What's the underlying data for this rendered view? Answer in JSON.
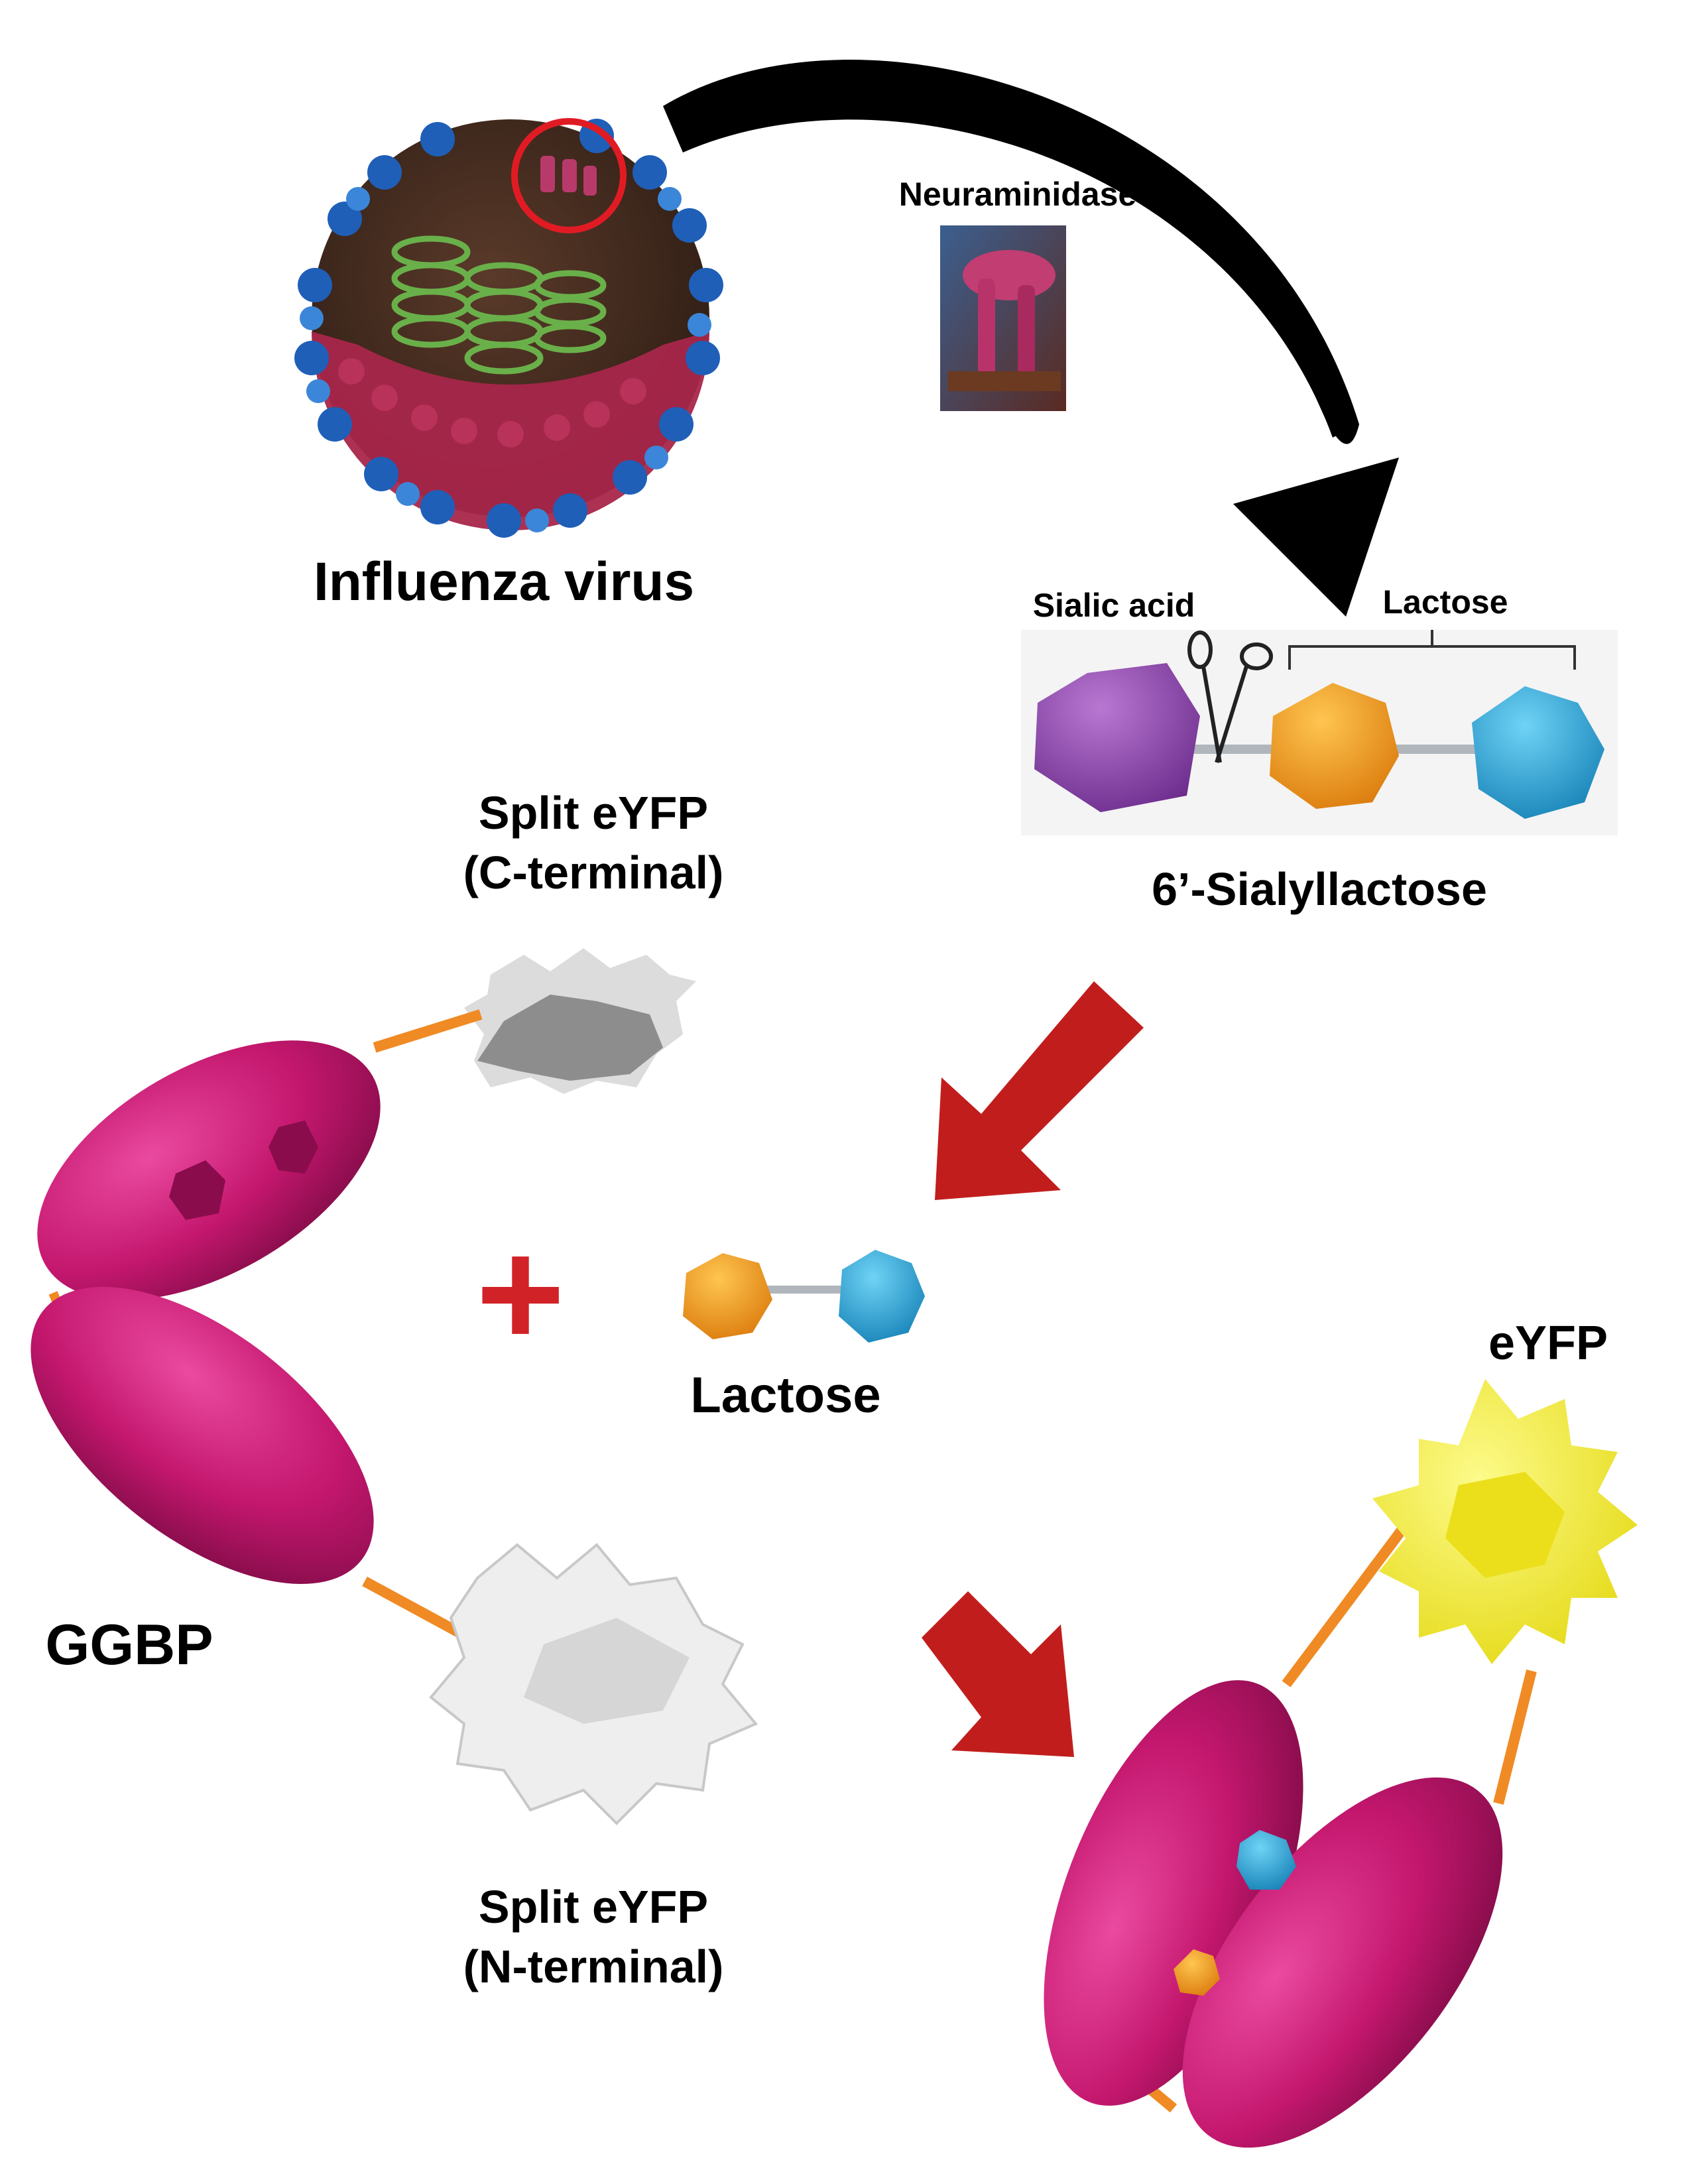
{
  "labels": {
    "influenza_virus": "Influenza virus",
    "neuraminidase": "Neuraminidase",
    "sialic_acid": "Sialic acid",
    "lactose_bracket": "Lactose",
    "sialyllactose": "6’-Sialyllactose",
    "split_c_line1": "Split eYFP",
    "split_c_line2": "(C-terminal)",
    "plus_sign": "+",
    "lactose": "Lactose",
    "ggbp": "GGBP",
    "split_n_line1": "Split eYFP",
    "split_n_line2": "(N-terminal)",
    "eyfp": "eYFP"
  },
  "colors": {
    "ggbp_magenta": "#c4176e",
    "sialic_acid_purple": "#8b3fa8",
    "galactose_orange": "#f29a16",
    "glucose_cyan": "#1fa7dc",
    "eyfp_yellow": "#f5ef1d",
    "split_gray": "#b5b5b5",
    "linker_orange": "#f08a24",
    "red_arrow": "#c21d1d",
    "black_arrow": "#000000",
    "red_circle": "#e01b24"
  },
  "icons": {
    "virus": "influenza-virus-illustration",
    "enzyme": "neuraminidase-image",
    "cut": "scissors-icon"
  }
}
